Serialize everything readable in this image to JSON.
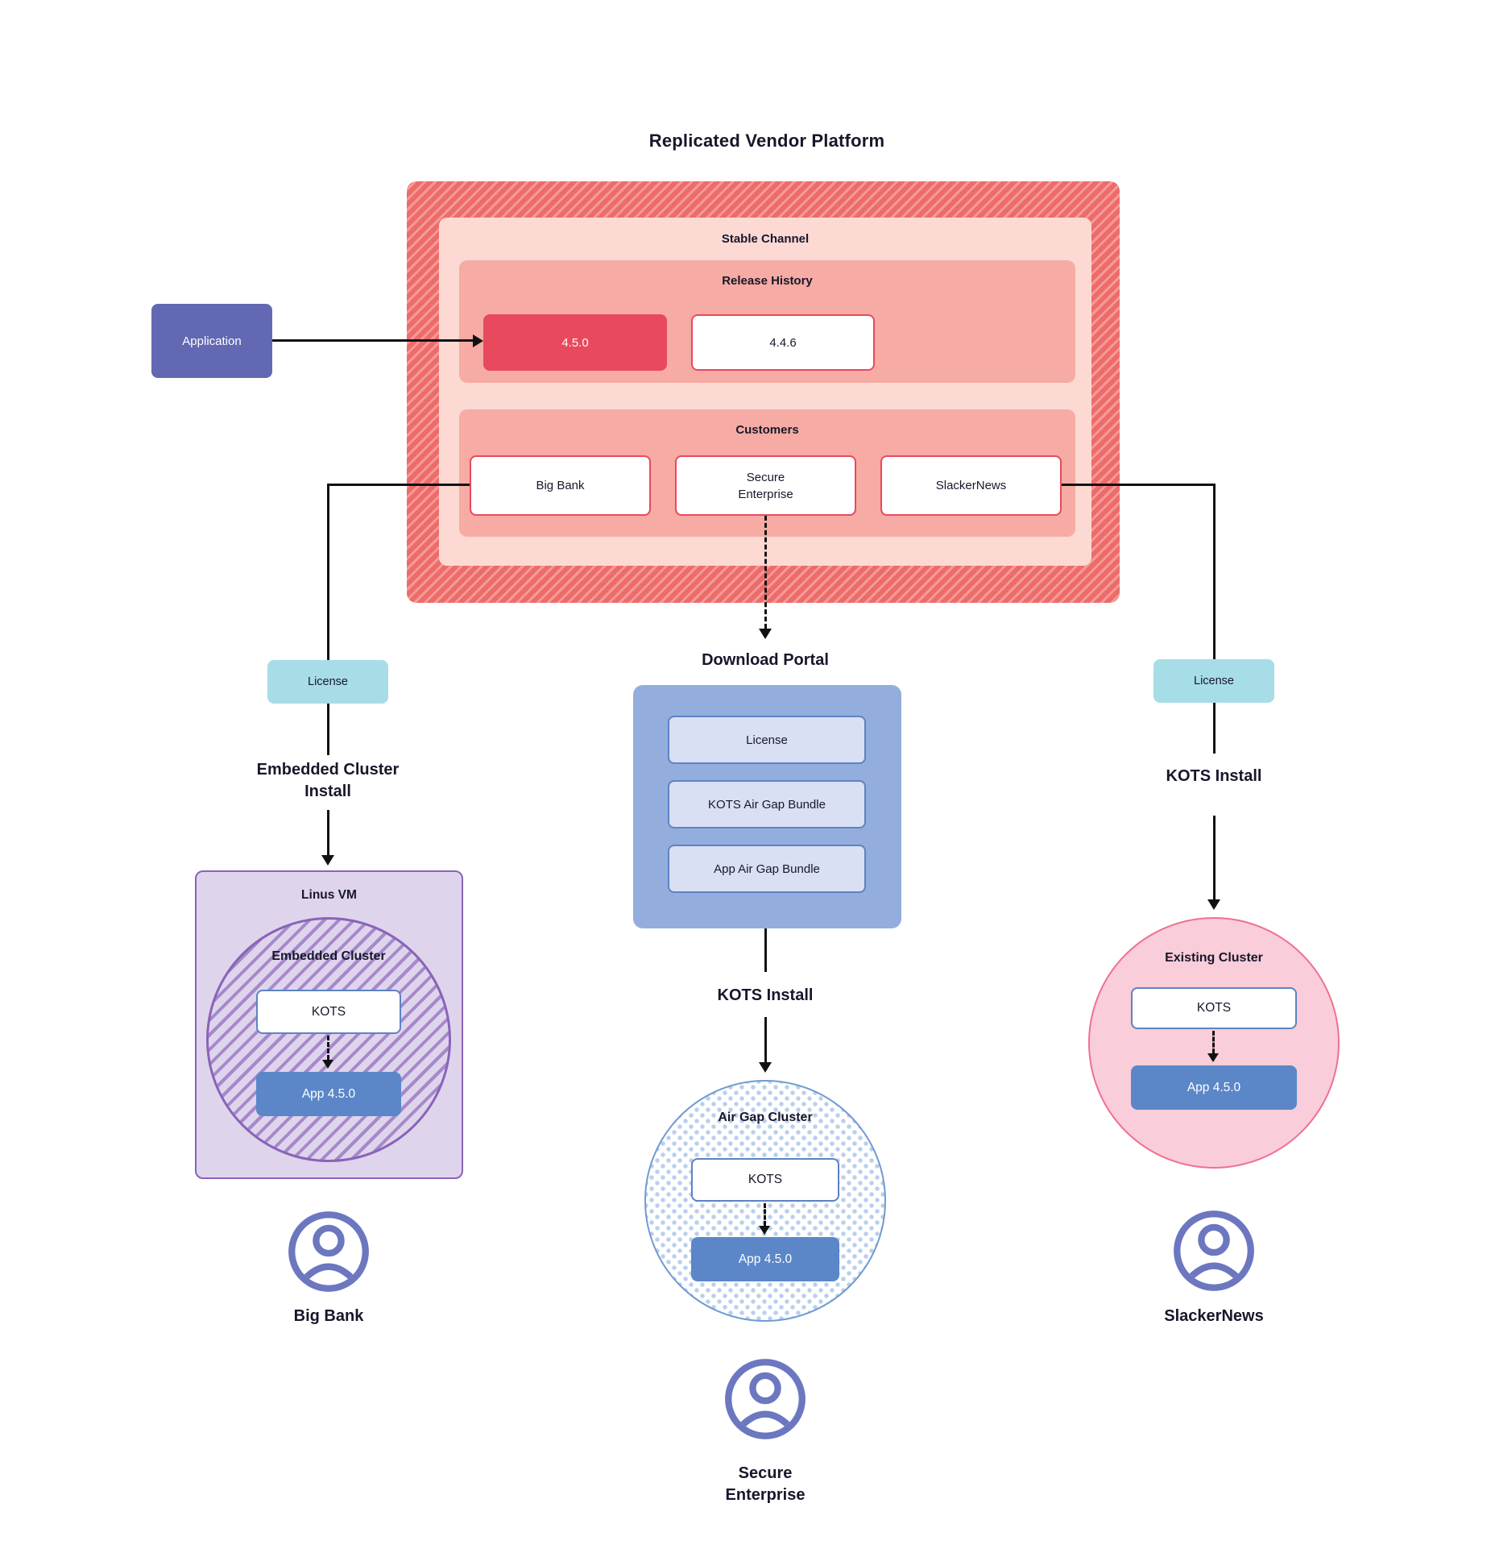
{
  "diagram": {
    "title": "Replicated Vendor Platform",
    "platform": {
      "channel_label": "Stable Channel",
      "release_history": {
        "label": "Release History",
        "releases": [
          {
            "version": "4.5.0",
            "state": "current"
          },
          {
            "version": "4.4.6",
            "state": "previous"
          }
        ]
      },
      "customers": {
        "label": "Customers",
        "items": [
          {
            "name": "Big Bank"
          },
          {
            "name": "Secure Enterprise"
          },
          {
            "name": "SlackerNews"
          }
        ]
      }
    },
    "application_label": "Application",
    "download_portal": {
      "title": "Download Portal",
      "items": [
        {
          "label": "License"
        },
        {
          "label": "KOTS Air Gap Bundle"
        },
        {
          "label": "App Air Gap Bundle"
        }
      ]
    },
    "left_flow": {
      "license": "License",
      "install": "Embedded Cluster Install",
      "vm": "Linus VM",
      "cluster": "Embedded Cluster",
      "kots": "KOTS",
      "app": "App 4.5.0",
      "user": "Big Bank"
    },
    "center_flow": {
      "install": "KOTS Install",
      "cluster": "Air Gap Cluster",
      "kots": "KOTS",
      "app": "App 4.5.0",
      "user": "Secure Enterprise"
    },
    "right_flow": {
      "license": "License",
      "install": "KOTS Install",
      "cluster": "Existing Cluster",
      "kots": "KOTS",
      "app": "App 4.5.0",
      "user": "SlackerNews"
    },
    "colors": {
      "hatch_red": "#ee6b6b",
      "hatch_red_light": "#f49b96",
      "channel_pink": "#fcd9d3",
      "section_salmon": "#f6aba4",
      "release_red": "#e9495d",
      "application_purple": "#6269b2",
      "license_cyan": "#a7dde6",
      "portal_blue": "#93aedd",
      "portal_item_blue": "#d9e0f3",
      "app_blue": "#5b87c8",
      "kots_border_blue": "#5d83c4",
      "vm_lavender": "#ded5ec",
      "vm_purple": "#8a63b8",
      "existing_pink": "#f9cdd9",
      "existing_border": "#ef7090",
      "airgap_dot": "#b9cfed",
      "user_purple": "#6c77c0",
      "line_black": "#111111"
    }
  }
}
